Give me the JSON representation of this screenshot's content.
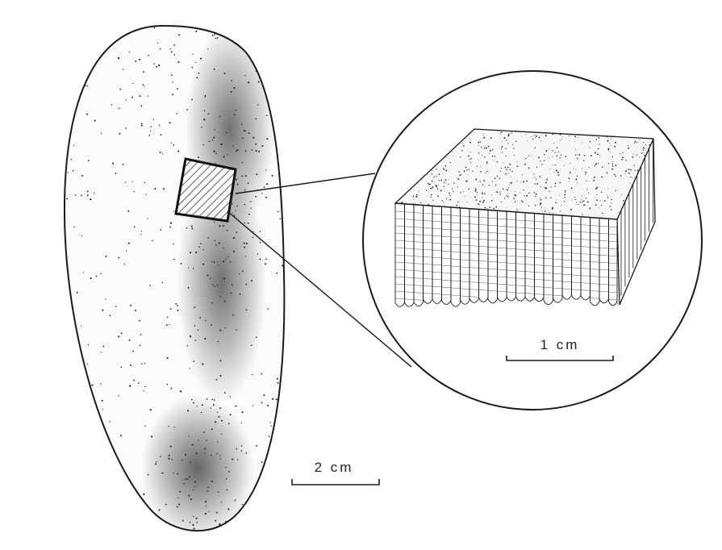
{
  "figure": {
    "specimen": {
      "name": "elongated-specimen",
      "scale_bar": {
        "label": "2 cm"
      }
    },
    "magnified_block": {
      "name": "magnified-section-block",
      "scale_bar": {
        "label": "1 cm"
      }
    },
    "colors": {
      "ink": "#1a1a1a",
      "background": "#ffffff"
    }
  }
}
